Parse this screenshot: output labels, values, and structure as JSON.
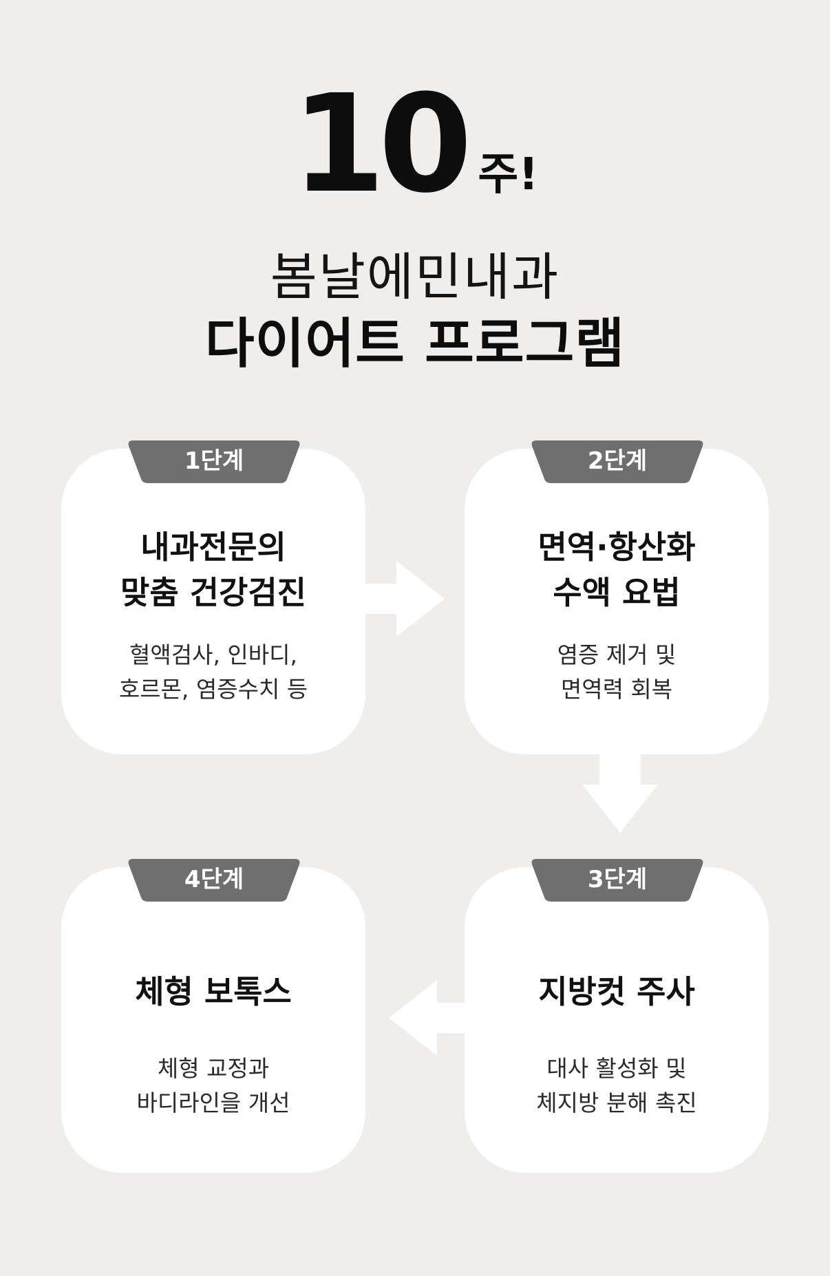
{
  "header": {
    "number": "10",
    "unit": "주!",
    "clinic": "봄날에민내과",
    "program": "다이어트 프로그램"
  },
  "colors": {
    "background": "#efeeec",
    "card": "#ffffff",
    "tab": "#6f6f6f",
    "text": "#111111"
  },
  "steps": [
    {
      "tab": "1단계",
      "title": [
        "내과전문의",
        "맞춤 건강검진"
      ],
      "desc": [
        "혈액검사, 인바디,",
        "호르몬, 염증수치 등"
      ]
    },
    {
      "tab": "2단계",
      "title": [
        "면역·항산화",
        "수액 요법"
      ],
      "desc": [
        "염증 제거 및",
        "면역력 회복"
      ]
    },
    {
      "tab": "3단계",
      "title": [
        "지방컷 주사"
      ],
      "desc": [
        "대사 활성화 및",
        "체지방 분해 촉진"
      ]
    },
    {
      "tab": "4단계",
      "title": [
        "체형 보톡스"
      ],
      "desc": [
        "체형 교정과",
        "바디라인을 개선"
      ]
    }
  ]
}
